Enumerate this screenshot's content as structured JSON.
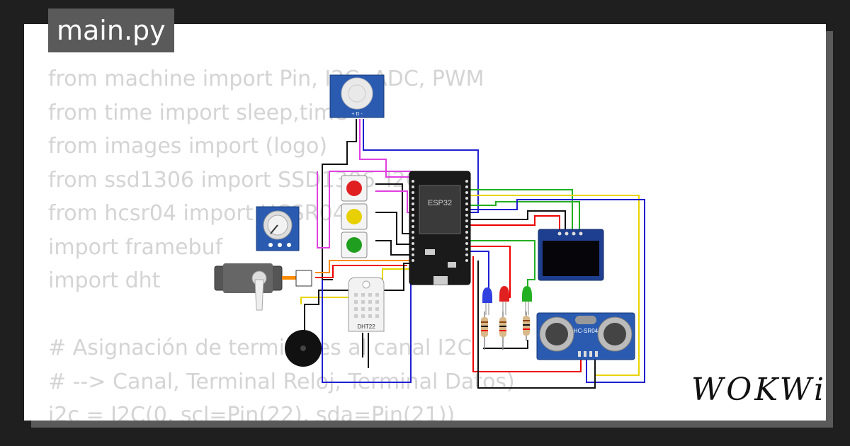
{
  "tab": {
    "label": "main.py"
  },
  "code_lines": [
    "from machine import Pin, I2C, ADC, PWM",
    "from time import sleep,time",
    "from images import (logo)",
    "from ssd1306 import SSD1306_I2C",
    "from hcsr04 import HCSR04",
    "import framebuf",
    "import dht",
    "",
    "# Asignación de terminales al canal I2C",
    "# --> Canal, Terminal Reloj, Terminal Datos)",
    "i2c = I2C(0, scl=Pin(22), sda=Pin(21))"
  ],
  "components": {
    "mcu_label": "ESP32",
    "dht_label": "DHT22",
    "ultrasonic_label": "HC-SR04",
    "pir_pins": "+ D -"
  },
  "brand": {
    "logo_text": "WOKWi"
  },
  "colors": {
    "background": "#1f1f1f",
    "card": "#ffffff",
    "tab": "#5a5a5a",
    "code_text": "#d4d4d4",
    "board": "#1a1a1a",
    "oled_frame": "#1e3f8f",
    "sensor_blue": "#2a5bb0"
  }
}
